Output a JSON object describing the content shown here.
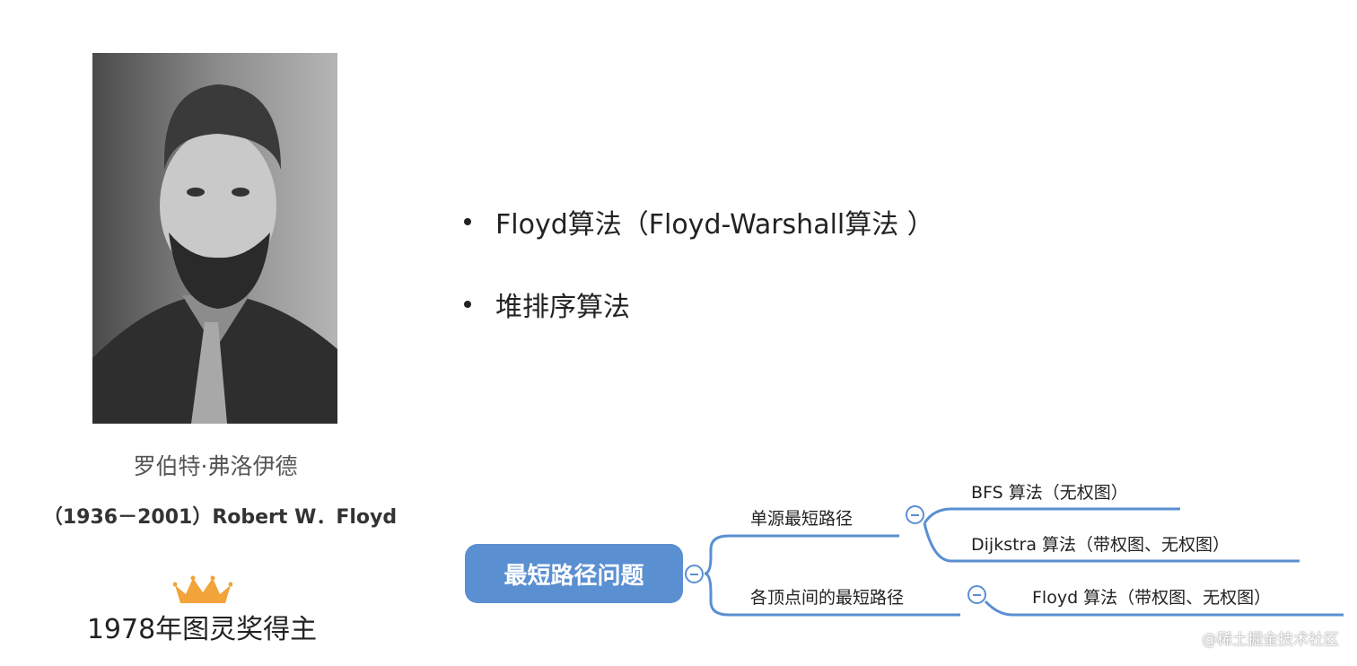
{
  "caption": {
    "name": "罗伯特·弗洛伊德",
    "years": "（1936－2001）Robert W．Floyd",
    "award": "1978年图灵奖得主"
  },
  "bullets": [
    "Floyd算法（Floyd-Warshall算法 ）",
    "堆排序算法"
  ],
  "mindmap": {
    "root": "最短路径问题",
    "branches": [
      {
        "label": "单源最短路径",
        "leaves": [
          "BFS 算法（无权图）",
          "Dijkstra 算法（带权图、无权图）"
        ]
      },
      {
        "label": "各顶点间的最短路径",
        "leaves": [
          "Floyd  算法（带权图、无权图）"
        ]
      }
    ]
  },
  "watermark": "@稀土掘金技术社区",
  "colors": {
    "accent": "#5a8fd1"
  }
}
